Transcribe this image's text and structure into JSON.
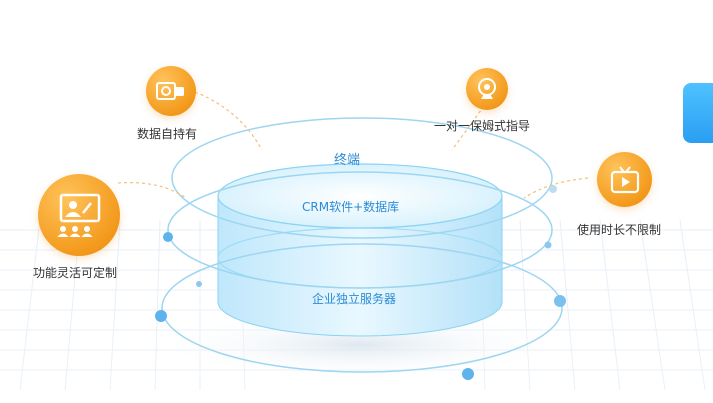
{
  "features": {
    "data_ownership": "数据自持有",
    "one_on_one_guidance": "一对一保姆式指导",
    "custom_functions": "功能灵活可定制",
    "unlimited_time": "使用时长不限制"
  },
  "cylinder": {
    "top_label": "终端",
    "middle_label": "CRM软件+数据库",
    "bottom_label": "企业独立服务器"
  },
  "colors": {
    "accent_orange": "#f39a1d",
    "cylinder_blue": "#7fd0f5",
    "ring_blue": "#78c6ee",
    "side_tab_blue": "#2a9ef2"
  },
  "icons": {
    "data_ownership": "video-camera-icon",
    "one_on_one_guidance": "webcam-icon",
    "custom_functions": "presenter-board-icon",
    "unlimited_time": "tv-play-icon"
  }
}
